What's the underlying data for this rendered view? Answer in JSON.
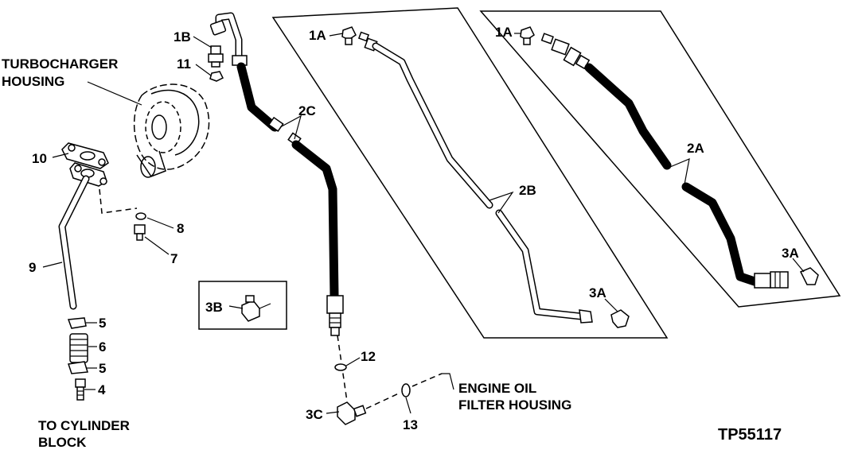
{
  "labels": {
    "l1A_left": "1A",
    "l1A_right": "1A",
    "l1B": "1B",
    "l11": "11",
    "l2C": "2C",
    "l2B": "2B",
    "l2A": "2A",
    "l3A_mid": "3A",
    "l3A_right": "3A",
    "l3B": "3B",
    "l3C": "3C",
    "l4": "4",
    "l5_top": "5",
    "l5_bottom": "5",
    "l6": "6",
    "l7": "7",
    "l8": "8",
    "l9": "9",
    "l10": "10",
    "l12": "12",
    "l13": "13"
  },
  "captions": {
    "turbo_line1": "TURBOCHARGER",
    "turbo_line2": "HOUSING",
    "cyl_line1": "TO CYLINDER",
    "cyl_line2": "BLOCK",
    "oil_line1": "ENGINE OIL",
    "oil_line2": "FILTER HOUSING"
  },
  "figure_id": "TP55117"
}
